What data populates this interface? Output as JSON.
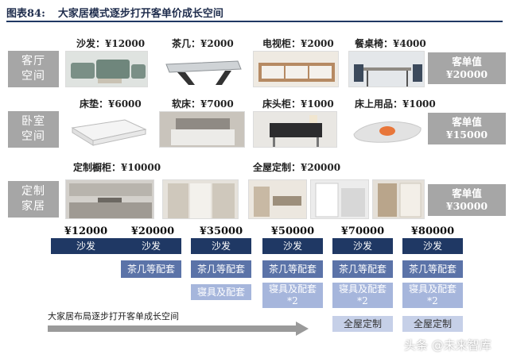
{
  "title": {
    "figure": "图表84:",
    "text": "大家居模式逐步打开客单价成长空间"
  },
  "rows": [
    {
      "label": [
        "客厅",
        "空间"
      ],
      "unit_price": [
        "客单值",
        "¥20000"
      ]
    },
    {
      "label": [
        "卧室",
        "空间"
      ],
      "unit_price": [
        "客单值",
        "¥15000"
      ]
    },
    {
      "label": [
        "定制",
        "家居"
      ],
      "unit_price": [
        "客单值",
        "¥30000"
      ]
    }
  ],
  "products": {
    "sofa": "沙发：¥12000",
    "tea_table": "茶几：¥2000",
    "tv_cabinet": "电视柜：¥2000",
    "dining_chair": "餐桌椅：¥4000",
    "mattress": "床垫：¥6000",
    "soft_bed": "软床：¥7000",
    "nightstand": "床头柜：¥1000",
    "bedding": "床上用品：¥1000",
    "custom_cabinet": "定制橱柜：¥10000",
    "whole_house": "全屋定制：¥20000"
  },
  "stages": [
    {
      "price": "¥12000",
      "items": [
        "沙发"
      ]
    },
    {
      "price": "¥20000",
      "items": [
        "沙发",
        "茶几等配套"
      ]
    },
    {
      "price": "¥35000",
      "items": [
        "沙发",
        "茶几等配套",
        "寝具及配套"
      ]
    },
    {
      "price": "¥50000",
      "items": [
        "沙发",
        "茶几等配套",
        "寝具及配套\n*2"
      ]
    },
    {
      "price": "¥70000",
      "items": [
        "沙发",
        "茶几等配套",
        "寝具及配套\n*2",
        "全屋定制"
      ]
    },
    {
      "price": "¥80000",
      "items": [
        "沙发",
        "茶几等配套",
        "寝具及配套\n*2",
        "全屋定制"
      ]
    }
  ],
  "arrow_text": "大家居布局逐步打开客单成长空间",
  "watermark": "头条 @未来智库",
  "colors": {
    "dark": "#1f3864",
    "mid": "#5b73a8",
    "light": "#a6b6dc",
    "pale": "#c6d0e8",
    "label_gray": "#a6a6a6"
  }
}
